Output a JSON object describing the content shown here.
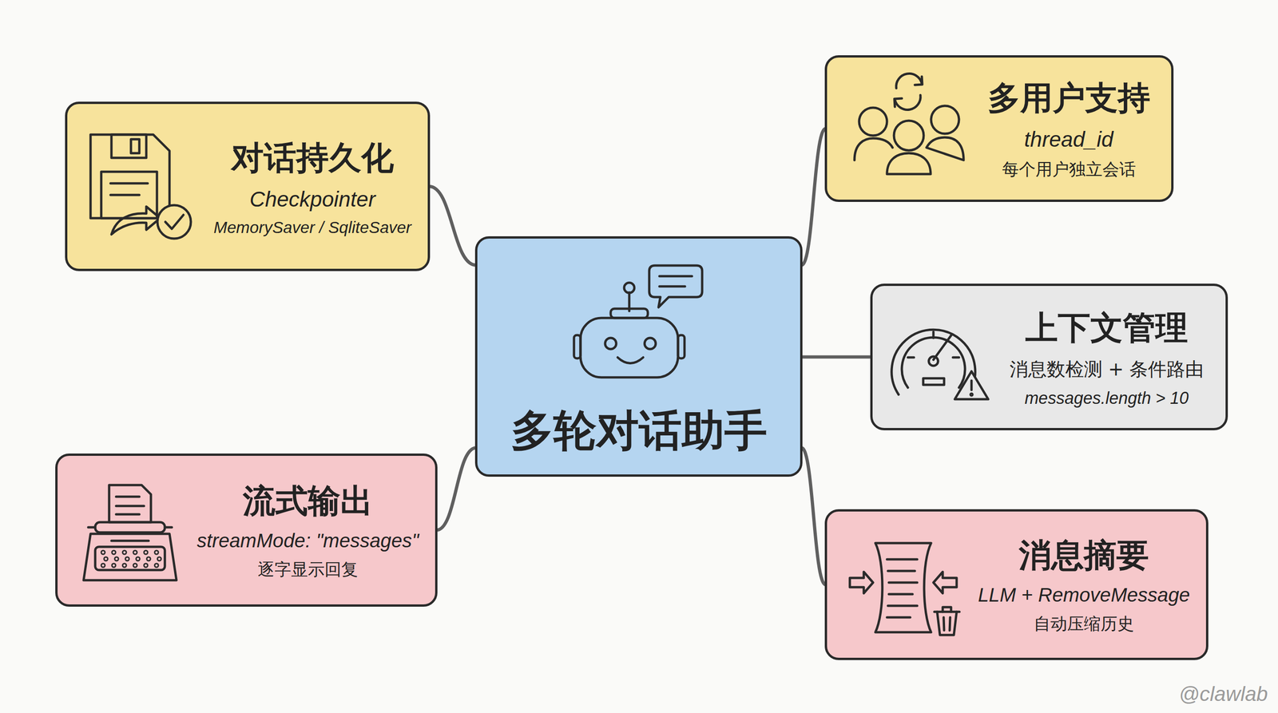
{
  "diagram": {
    "nodes": [
      {
        "text": [
          "多轮对话助手"
        ]
      },
      {
        "text": [
          "对话持久化",
          "Checkpointer",
          "MemorySaver / SqliteSaver"
        ]
      },
      {
        "text": [
          "多用户支持",
          "thread_id",
          "每个用户独立会话"
        ]
      },
      {
        "text": [
          "上下文管理",
          "消息数检测 + 条件路由",
          "messages.length > 10"
        ]
      },
      {
        "text": [
          "流式输出",
          "streamMode: \"messages\"",
          "逐字显示回复"
        ]
      },
      {
        "text": [
          "消息摘要",
          "LLM + RemoveMessage",
          "自动压缩历史"
        ]
      }
    ],
    "edges": [
      {
        "from": 0,
        "to": 1,
        "arrow": "none"
      },
      {
        "from": 0,
        "to": 2,
        "arrow": "none"
      },
      {
        "from": 0,
        "to": 3,
        "arrow": "none"
      },
      {
        "from": 0,
        "to": 4,
        "arrow": "none"
      },
      {
        "from": 0,
        "to": 5,
        "arrow": "none"
      }
    ],
    "labels": [
      "@clawlab"
    ]
  }
}
